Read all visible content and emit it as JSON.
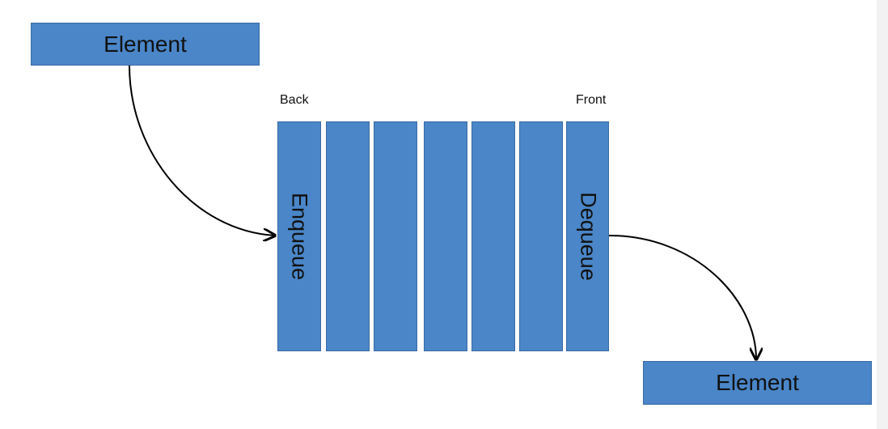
{
  "diagram": {
    "element_in_label": "Element",
    "element_out_label": "Element",
    "back_label": "Back",
    "front_label": "Front",
    "enqueue_label": "Enqueue",
    "dequeue_label": "Dequeue",
    "slot_count": 7
  },
  "colors": {
    "box_fill": "#4a86c8",
    "box_border": "#3a6aa3",
    "text": "#111111",
    "arrow": "#000000"
  }
}
